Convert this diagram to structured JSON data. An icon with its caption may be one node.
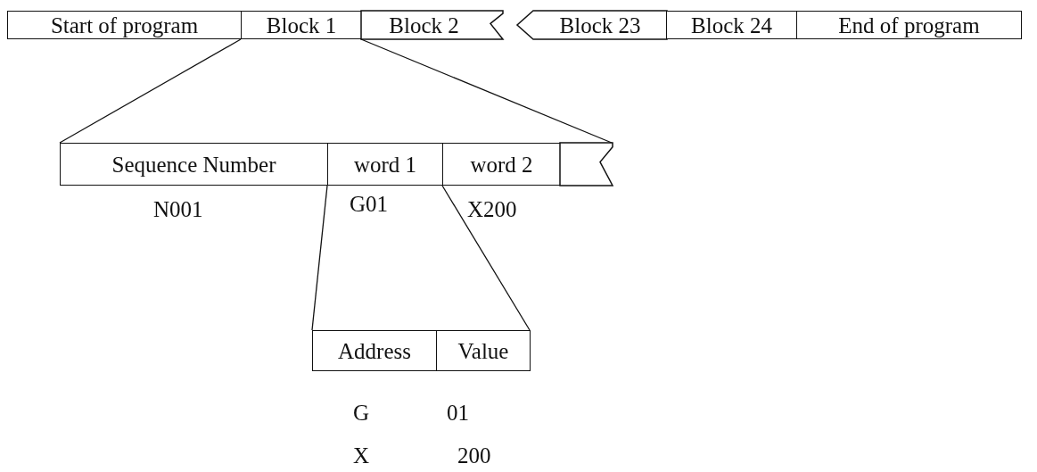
{
  "diagram": {
    "nodes": [
      {
        "text": [
          "Start of program"
        ]
      },
      {
        "text": [
          "Block 1"
        ]
      },
      {
        "text": [
          "Block 2"
        ]
      },
      {
        "text": [
          "Block 23"
        ]
      },
      {
        "text": [
          "Block 24"
        ]
      },
      {
        "text": [
          "End of program"
        ]
      },
      {
        "text": [
          "Sequence Number"
        ]
      },
      {
        "text": [
          "word 1"
        ]
      },
      {
        "text": [
          "word 2"
        ]
      },
      {
        "text": [],
        "shape": "box"
      },
      {
        "text": [
          "Address"
        ]
      },
      {
        "text": [
          "Value"
        ]
      }
    ],
    "edges": [
      {
        "from": 1,
        "to": 6,
        "arrow": "none"
      },
      {
        "from": 1,
        "to": 9,
        "arrow": "none"
      },
      {
        "from": 7,
        "to": 10,
        "arrow": "none"
      },
      {
        "from": 7,
        "to": 11,
        "arrow": "none"
      }
    ],
    "labels": [
      "N001",
      "G01",
      "X200",
      "G",
      "01",
      "X",
      "200"
    ]
  }
}
